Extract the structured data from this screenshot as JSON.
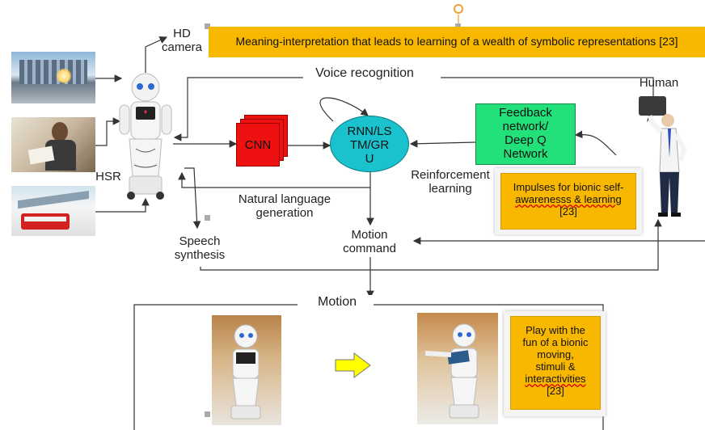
{
  "banner": {
    "text": "Meaning-interpretation that leads to learning of a wealth of symbolic representations [23]"
  },
  "labels": {
    "hd_camera_line1": "HD",
    "hd_camera_line2": "camera",
    "voice_recognition": "Voice recognition",
    "human": "Human",
    "hsr": "HSR",
    "cnn": "CNN",
    "rnn_line1": "RNN/LS",
    "rnn_line2": "TM/GR",
    "rnn_line3": "U",
    "feedback_line1": "Feedback",
    "feedback_line2": "network/",
    "feedback_line3": "Deep Q",
    "feedback_line4": "Network",
    "reinforcement_line1": "Reinforcement",
    "reinforcement_line2": "learning",
    "nlg_line1": "Natural language",
    "nlg_line2": "generation",
    "motion_command_line1": "Motion",
    "motion_command_line2": "command",
    "speech_line1": "Speech",
    "speech_line2": "synthesis",
    "motion": "Motion"
  },
  "impulses_box": {
    "line1": "Impulses for bionic self-",
    "line2": "awarenesss & learning",
    "line3": "[23]"
  },
  "play_box": {
    "line1": "Play with the",
    "line2": "fun of a bionic",
    "line3": "moving,",
    "line4": "stimuli &",
    "line5": "interactivities",
    "line6": "[23]"
  },
  "colors": {
    "banner_fill": "#f9b800",
    "cnn_red": "#ee1111",
    "rnn_teal": "#19c2cc",
    "feedback_green": "#22e07a",
    "arrow_yellow": "#ffff00"
  }
}
